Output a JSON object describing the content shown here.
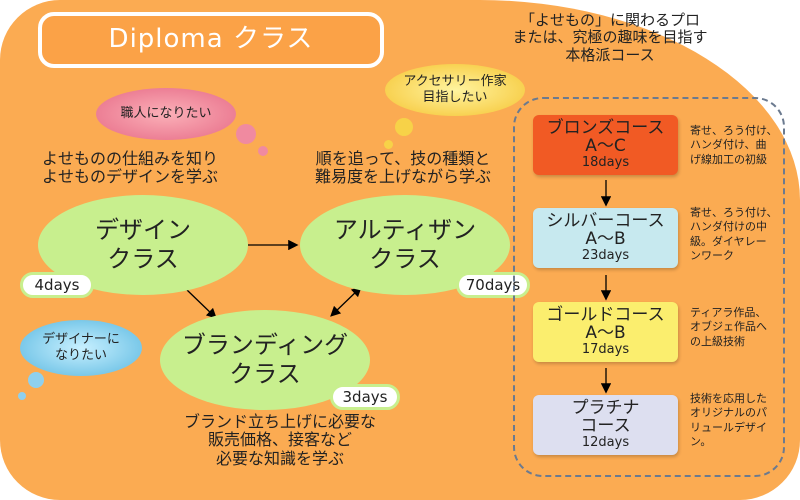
{
  "title": "Diploma クラス",
  "tagline": "「よせもの」に関わるプロ\nまたは、究極の趣味を目指す\n本格派コース",
  "bubbles": {
    "craftsman": "職人になりたい",
    "accessory": "アクセサリー作家\n目指したい",
    "designer": "デザイナーに\nなりたい"
  },
  "texts": {
    "design_desc": "よせものの仕組みを知り\nよせものデザインを学ぶ",
    "artisan_desc": "順を追って、技の種類と\n難易度を上げながら学ぶ",
    "branding_desc": "ブランド立ち上げに必要な\n販売価格、接客など\n必要な知識を学ぶ"
  },
  "classes": {
    "design": {
      "label": "デザイン\nクラス",
      "days": "4days"
    },
    "artisan": {
      "label": "アルティザン\nクラス",
      "days": "70days"
    },
    "branding": {
      "label": "ブランディング\nクラス",
      "days": "3days"
    }
  },
  "courses": [
    {
      "name": "ブロンズコース",
      "grade": "A～C",
      "days": "18days",
      "desc": "寄せ、ろう付け、\nハンダ付け、曲\nげ線加工の初級",
      "color": "#f15a24"
    },
    {
      "name": "シルバーコース",
      "grade": "A～B",
      "days": "23days",
      "desc": "寄せ、ろう付け、\nハンダ付けの中\n級。ダイヤレー\nンワーク",
      "color": "#c7e9ef"
    },
    {
      "name": "ゴールドコース",
      "grade": "A～B",
      "days": "17days",
      "desc": "ティアラ作品、\nオブジェ作品へ\nの上級技術",
      "color": "#fbee6e"
    },
    {
      "name": "プラチナ\nコース",
      "grade": "",
      "days": "12days",
      "desc": "技術を応用した\nオリジナルのパ\nリュールデザイ\nン。",
      "color": "#dddff0"
    }
  ]
}
